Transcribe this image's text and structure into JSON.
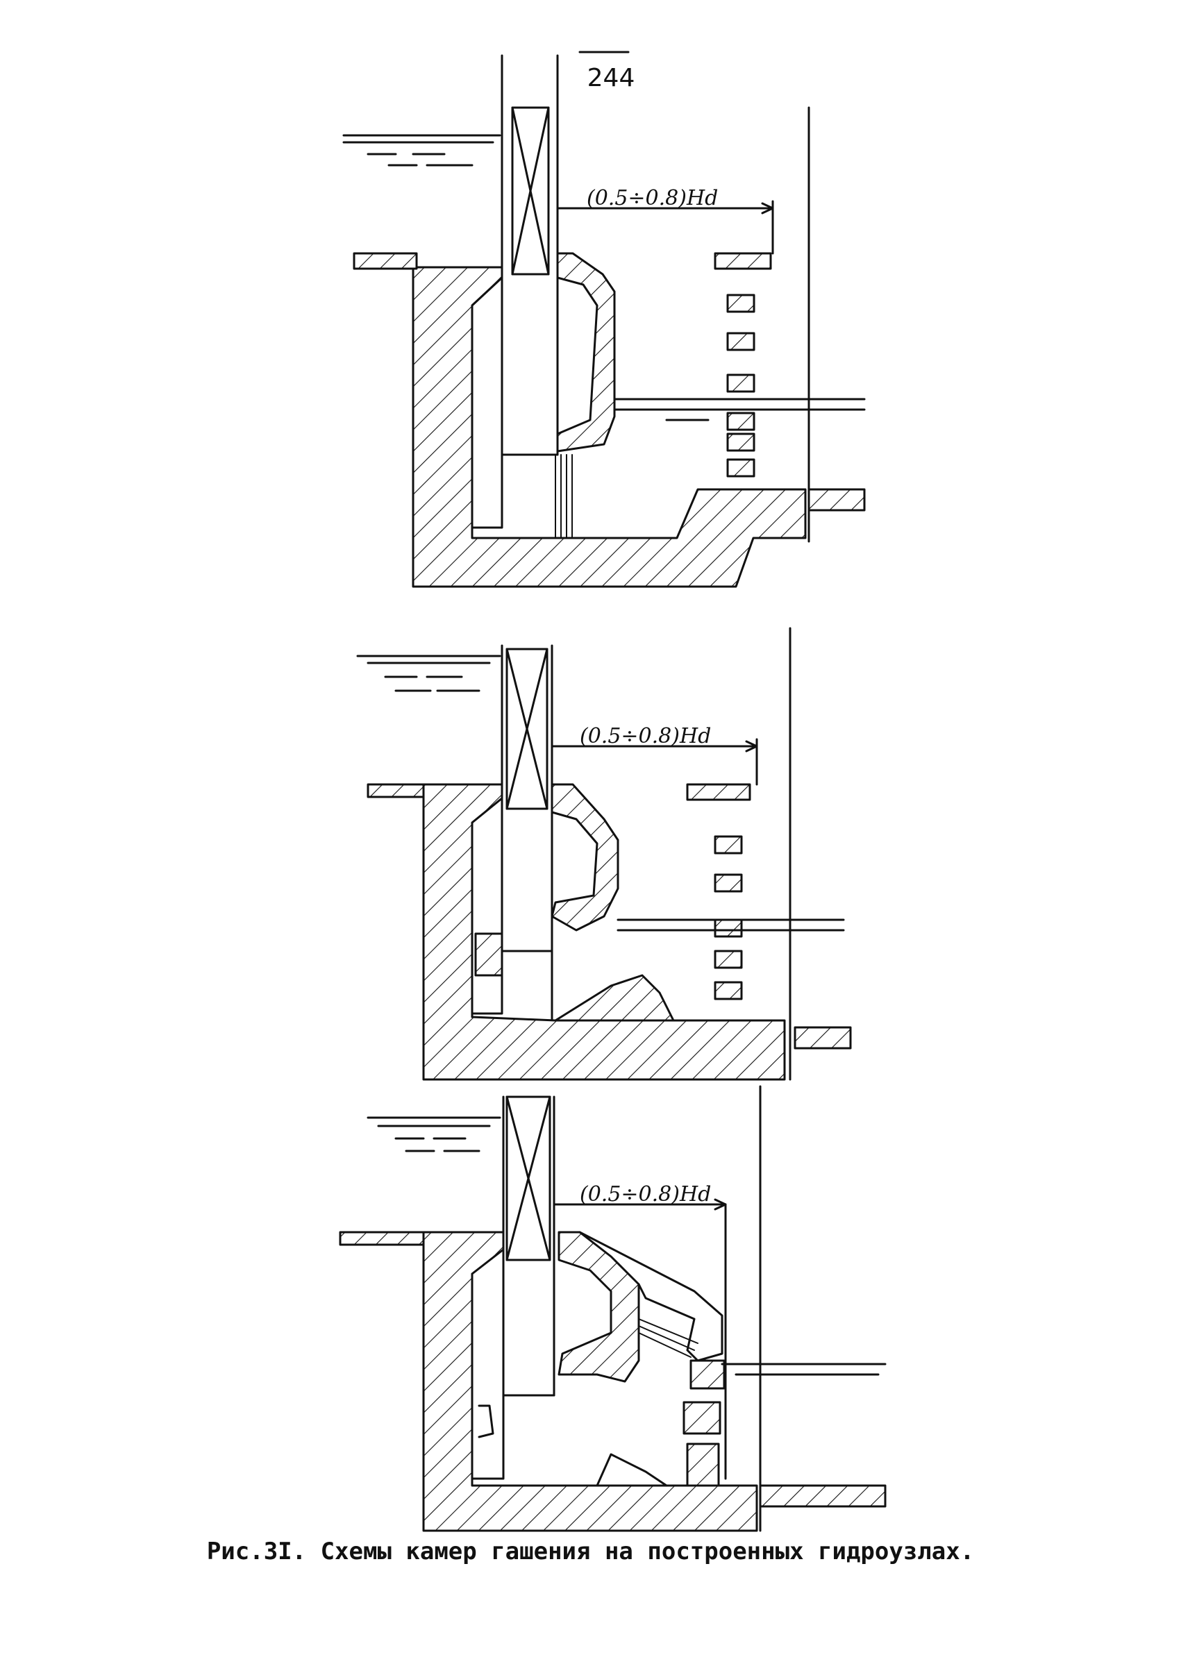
{
  "page_number": "244",
  "dimension_label": "(0.5÷0.8)Hd",
  "caption": "Рис.3I. Схемы камер гашения на построенных гидроузлах."
}
